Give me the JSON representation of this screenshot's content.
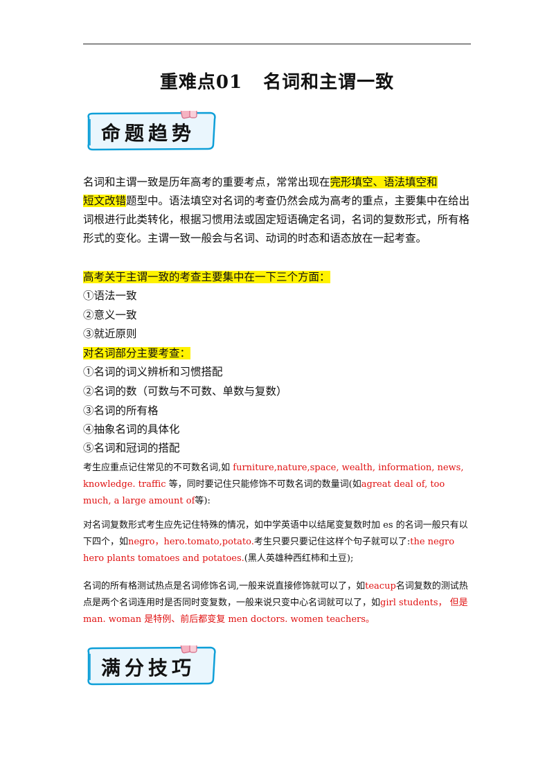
{
  "title": {
    "part1": "重难点01",
    "part2": "名词和主谓一致"
  },
  "banner1": {
    "label": "命题趋势"
  },
  "banner2": {
    "label": "满分技巧"
  },
  "intro": {
    "text1": "名词和主谓一致是历年高考的重要考点，常常出现在",
    "hl1": "完形填空、语法填空和",
    "hl2": "短文改错",
    "text2": "题型中。语法填空对名词的考查仍然会成为高考的重点，主要集中在给出词根进行此类转化，根据习惯用法或固定短语确定名词，名词的复数形式，所有格形式的变化。主谓一致一般会与名词、动词的时态和语态放在一起考查。"
  },
  "focus_heading": "高考关于主谓一致的考查主要集中在一下三个方面：",
  "focus_items": [
    "①语法一致",
    "②意义一致",
    "③就近原则"
  ],
  "noun_heading": "对名词部分主要考查：",
  "noun_items": [
    "①名词的词义辨析和习惯搭配",
    "②名词的数（可数与不可数、单数与复数）",
    "③名词的所有格",
    "④抽象名词的具体化",
    "⑤名词和冠词的搭配"
  ],
  "note1": {
    "a": "考生应重点记住常见的不可数名词,如",
    "b": "furniture,nature,space, wealth, information, news, knowledge. traffic",
    "c": "等，同时要记住只能修饰不可数名词的数量词(如",
    "d": "agreat deal of, too much, a large amount of",
    "e": "等):"
  },
  "note2": {
    "a": "对名词复数形式考生应先记住特殊的情况，如中学英语中以结尾变复数时加 es 的名词一般只有以下四个，如",
    "b": "negro，hero.tomato,potato.",
    "c": "考生只要只要记住这样个句子就可以了:",
    "d": "the negro hero plants tomatoes and potatoes.",
    "e": "(黑人英雄种西红柿和土豆);"
  },
  "note3": {
    "a": "名词的所有格测试热点是名词修饰名词,一般来说直接修饰就可以了，如",
    "b": "teacup",
    "c": "名词复数的测试热点是两个名词连用时是否同时变复数，一般来说只变中心名词就可以了，如",
    "d": "girl students，  但是  man. woman  是特例、前后都变复  men doctors. women teachers。"
  }
}
